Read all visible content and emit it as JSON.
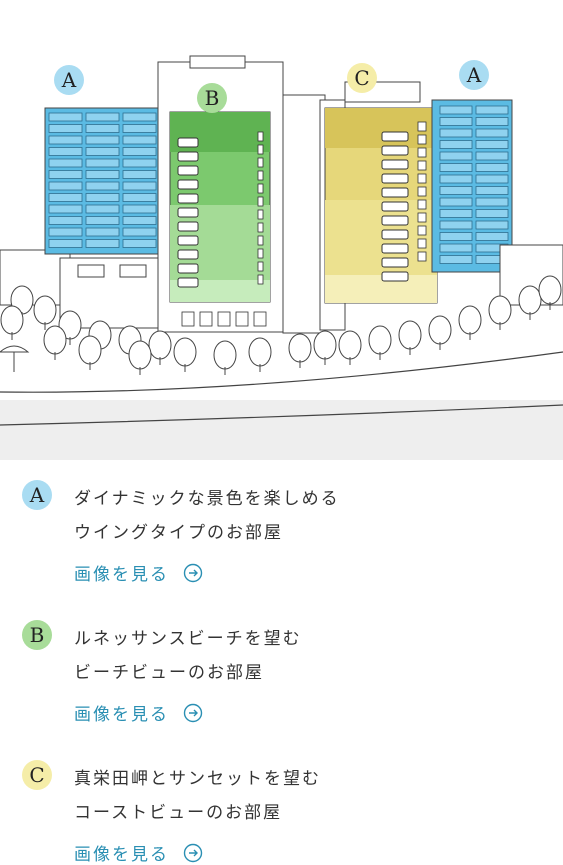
{
  "colors": {
    "wing_a": "#5bbbe3",
    "wing_b": "#7cc96e",
    "wing_c": "#e6d77a",
    "badge_a": "#a9dcf2",
    "badge_b": "#a8dc99",
    "badge_c": "#f5eda8",
    "link": "#2a8fb3"
  },
  "illustration": {
    "labels": {
      "a_left": "A",
      "b": "B",
      "c": "C",
      "a_right": "A"
    }
  },
  "rooms": [
    {
      "badge": "A",
      "line1": "ダイナミックな景色を楽しめる",
      "line2": "ウイングタイプのお部屋",
      "link": "画像を見る",
      "icon": "circle-arrow-right-icon"
    },
    {
      "badge": "B",
      "line1": "ルネッサンスビーチを望む",
      "line2": "ビーチビューのお部屋",
      "link": "画像を見る",
      "icon": "circle-arrow-right-icon"
    },
    {
      "badge": "C",
      "line1": "真栄田岬とサンセットを望む",
      "line2": "コーストビューのお部屋",
      "link": "画像を見る",
      "icon": "circle-arrow-right-icon"
    }
  ]
}
